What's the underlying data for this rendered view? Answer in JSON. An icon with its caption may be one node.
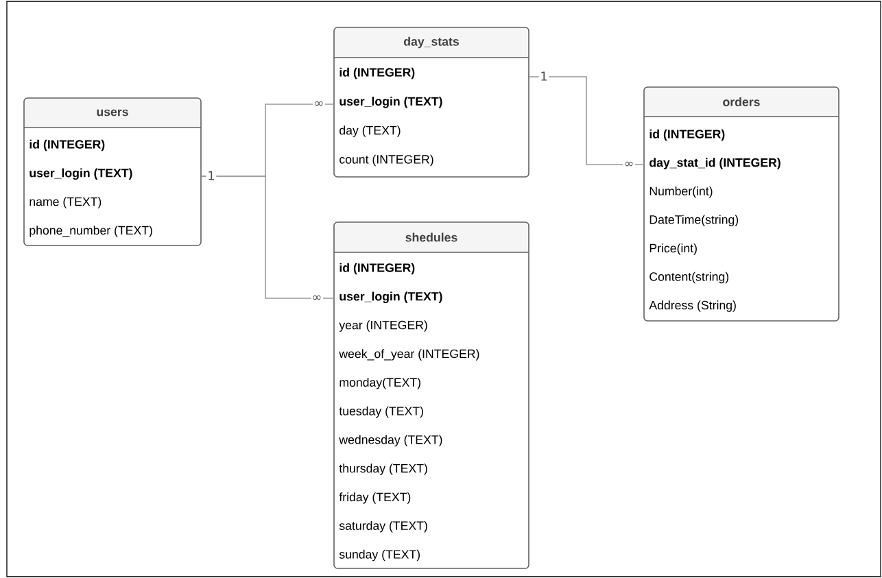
{
  "diagram": {
    "nodes": [
      {
        "text": [
          "users",
          "id (INTEGER)",
          "user_login (TEXT)",
          "name (TEXT)",
          "phone_number (TEXT)"
        ]
      },
      {
        "text": [
          "day_stats",
          "id (INTEGER)",
          "user_login (TEXT)",
          "day (TEXT)",
          "count (INTEGER)"
        ]
      },
      {
        "text": [
          "shedules",
          "id (INTEGER)",
          "user_login (TEXT)",
          "year (INTEGER)",
          "week_of_year (INTEGER)",
          "monday(TEXT)",
          "tuesday (TEXT)",
          "wednesday (TEXT)",
          "thursday (TEXT)",
          "friday (TEXT)",
          "saturday (TEXT)",
          "sunday (TEXT)"
        ]
      },
      {
        "text": [
          "orders",
          "id (INTEGER)",
          "day_stat_id (INTEGER)",
          "Number(int)",
          "DateTime(string)",
          "Price(int)",
          "Content(string)",
          "Address (String)"
        ]
      }
    ],
    "edges": [
      {
        "from": 0,
        "to": 1,
        "arrow": "none"
      },
      {
        "from": 0,
        "to": 2,
        "arrow": "none"
      },
      {
        "from": 1,
        "to": 3,
        "arrow": "none"
      }
    ],
    "labels": [
      "1",
      "∞",
      "∞",
      "1",
      "∞"
    ]
  }
}
